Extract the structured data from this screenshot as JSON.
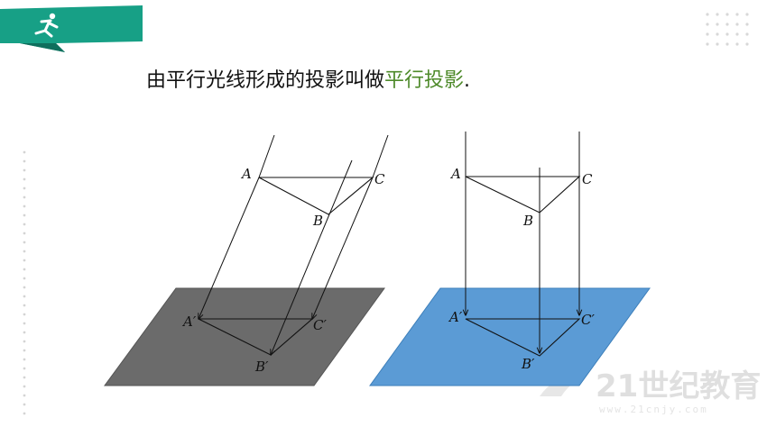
{
  "banner": {
    "icon": "running-person-icon",
    "color": "#17a086"
  },
  "headline": {
    "text": "由平行光线形成的投影叫做",
    "highlight": "平行投影",
    "period": "."
  },
  "colors": {
    "left_plane": "#6b6b6b",
    "right_plane": "#5b9bd5",
    "highlight": "#4e8a2a",
    "lines": "#111111"
  },
  "left_figure": {
    "labels": {
      "A": "A",
      "B": "B",
      "C": "C",
      "A_prime": "A′",
      "B_prime": "B′",
      "C_prime": "C′"
    }
  },
  "right_figure": {
    "labels": {
      "A": "A",
      "B": "B",
      "C": "C",
      "A_prime": "A′",
      "B_prime": "B′",
      "C_prime": "C′"
    }
  },
  "watermark": {
    "brand": "21世纪教育",
    "url": "www.21cnjy.com"
  }
}
